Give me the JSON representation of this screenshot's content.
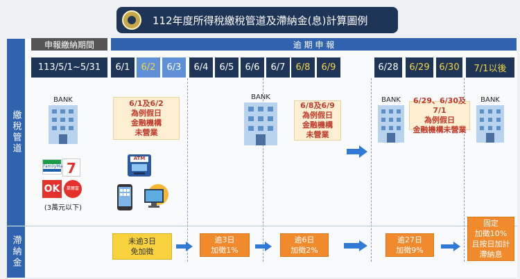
{
  "title": "112年度所得稅繳稅管道及滯納金(息)計算圖例",
  "filing_period_label": "申報繳納期間",
  "overdue_label": "逾 期 申 報",
  "side_labels": {
    "payment_channels": "繳稅管道",
    "late_fee": "滯納金"
  },
  "dates": [
    "113/5/1~5/31",
    "6/1",
    "6/2",
    "6/3",
    "6/4",
    "6/5",
    "6/6",
    "6/7",
    "6/8",
    "6/9",
    "6/28",
    "6/29",
    "6/30",
    "7/1以後"
  ],
  "bank_label": "BANK",
  "atm_label": "ATM",
  "notes": {
    "n1": "6/1及6/2\n為例假日\n金融機構\n未營業",
    "n2": "6/8及6/9\n為例假日\n金融機構\n未營業",
    "n3": "6/29、6/30及7/1\n為例假日\n金融機構未營業"
  },
  "stores": {
    "familymart": "FamilyMart",
    "seven": "7",
    "ok": "OK",
    "hilife": "萊爾富",
    "limit": "(3萬元以下)"
  },
  "penalties": {
    "p1": "未逾3日\n免加徵",
    "p2": "逾3日\n加徵1%",
    "p3": "逾6日\n加徵2%",
    "p4": "逾27日\n加徵9%",
    "p5": "固定\n加徵10%\n且按日加計\n滯納息"
  },
  "colors": {
    "navy": "#1e3557",
    "blue": "#2f63b0",
    "orange": "#f08a2c",
    "yellow": "#f7d23e",
    "arrow": "#2f7ad4"
  }
}
